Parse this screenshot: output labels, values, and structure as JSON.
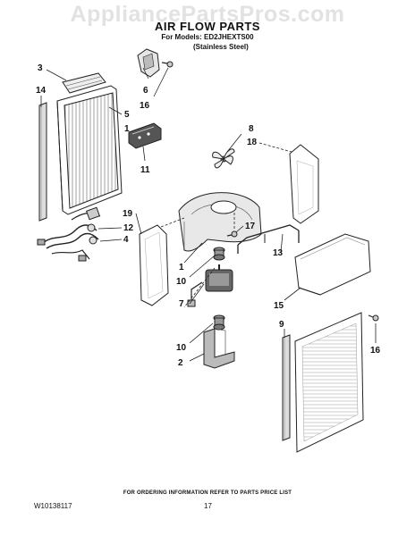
{
  "watermark": "AppliancePartsPros.com",
  "header": {
    "title": "AIR FLOW PARTS",
    "models": "For Models: ED2JHEXTS00",
    "variant": "(Stainless Steel)"
  },
  "callouts": {
    "c3": "3",
    "c14": "14",
    "c5": "5",
    "c1a": "1",
    "c6": "6",
    "c16a": "16",
    "c11": "11",
    "c8": "8",
    "c18": "18",
    "c19": "19",
    "c12": "12",
    "c4": "4",
    "c17": "17",
    "c13": "13",
    "c1b": "1",
    "c10a": "10",
    "c7": "7",
    "c15": "15",
    "c9": "9",
    "c16b": "16",
    "c10b": "10",
    "c2": "2"
  },
  "footer": {
    "note": "FOR ORDERING INFORMATION REFER TO PARTS PRICE LIST",
    "doc_code": "W10138117",
    "page_number": "17"
  }
}
